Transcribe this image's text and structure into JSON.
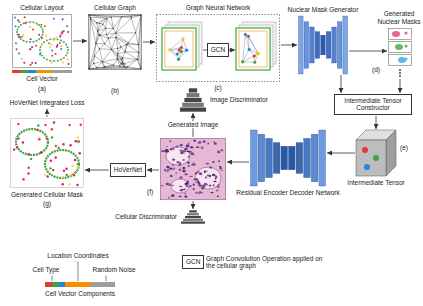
{
  "diagram": {
    "nodes": [
      {
        "text": [
          "Cellular Layout",
          "Cell Vector",
          "(a)"
        ]
      },
      {
        "text": [
          "Cellular Graph",
          "(b)"
        ]
      },
      {
        "text": [
          "Graph Neural Network",
          "(c)"
        ]
      },
      {
        "text": [
          "GCN"
        ],
        "in": 2
      },
      {
        "text": [
          "Nuclear Mask Generator"
        ]
      },
      {
        "text": [
          "Generated Nuclear Masks",
          "(d)"
        ]
      },
      {
        "text": [
          "Intermediate Tensor Constructor"
        ]
      },
      {
        "text": [
          "Intermediate Tensor",
          "(e)"
        ]
      },
      {
        "text": [
          "Residual Encoder Decoder Network"
        ]
      },
      {
        "text": [
          "(f)"
        ]
      },
      {
        "text": [
          "Image Discriminator"
        ]
      },
      {
        "text": [
          "Cellular Discriminator"
        ]
      },
      {
        "text": [
          "HoVerNet"
        ]
      },
      {
        "text": [
          "Generated Cellular Mask",
          "(g)"
        ]
      },
      {
        "text": [
          "GCN"
        ]
      },
      {
        "text": [
          "Cell Vector Components"
        ]
      }
    ],
    "edges": [
      {
        "from": 0,
        "to": 1,
        "arrow": "to"
      },
      {
        "from": 1,
        "to": 2,
        "arrow": "to"
      },
      {
        "from": 2,
        "to": 4,
        "arrow": "to"
      },
      {
        "from": 4,
        "to": 5,
        "arrow": "to"
      },
      {
        "from": 4,
        "to": 6,
        "arrow": "to"
      },
      {
        "from": 5,
        "to": 6,
        "arrow": "to"
      },
      {
        "from": 6,
        "to": 7,
        "arrow": "to"
      },
      {
        "from": 7,
        "to": 8,
        "arrow": "to"
      },
      {
        "from": 8,
        "to": 9,
        "arrow": "to"
      },
      {
        "from": 9,
        "to": 12,
        "arrow": "to"
      },
      {
        "from": 12,
        "to": 13,
        "arrow": "to"
      },
      {
        "from": 9,
        "to": 10,
        "label": "Generated Image",
        "arrow": "to"
      },
      {
        "from": 9,
        "to": 11,
        "arrow": "to"
      }
    ],
    "labels": [
      "HoVerNet Integrated Loss",
      "Cell Type",
      "Location Coordinates",
      "Random Noise",
      "Graph Convolution Operation applied on the cellular graph"
    ]
  }
}
